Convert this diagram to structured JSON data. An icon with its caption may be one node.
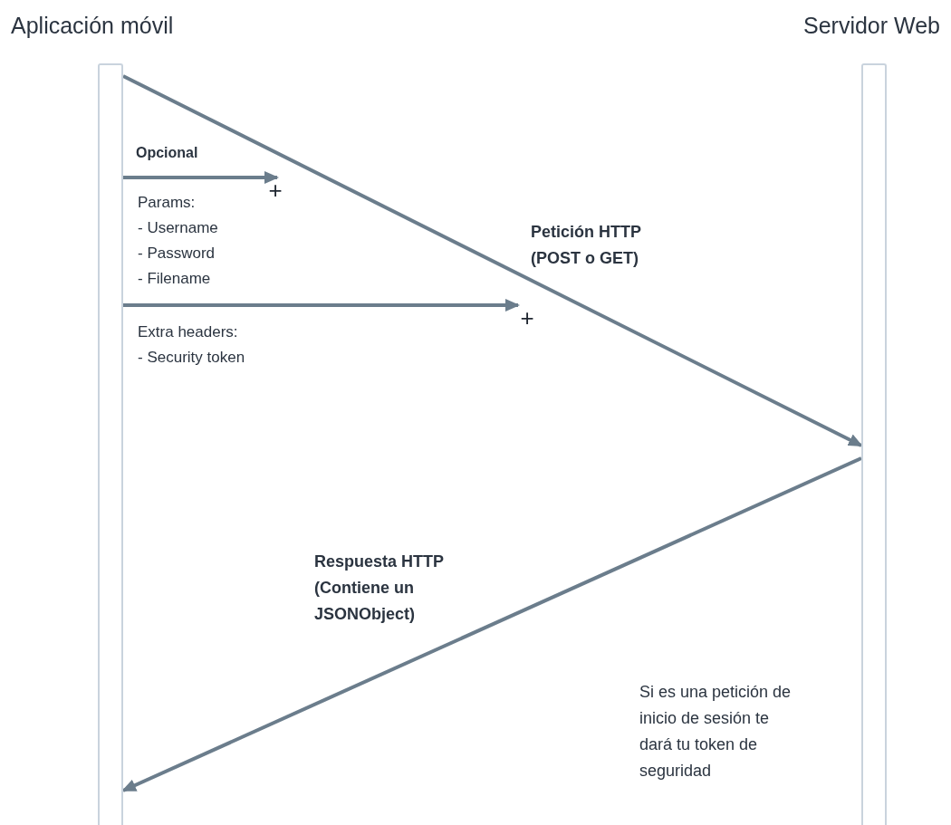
{
  "diagram": {
    "nodes": [
      {
        "text": [
          "Aplicación móvil"
        ]
      },
      {
        "text": [
          "Servidor Web"
        ]
      },
      {
        "text": [
          "+"
        ]
      },
      {
        "text": [
          "+"
        ]
      }
    ],
    "edges": [
      {
        "from": 0,
        "to": 1,
        "arrow": "to",
        "label": "Petición HTTP (POST o GET)"
      },
      {
        "from": 1,
        "to": 0,
        "arrow": "to",
        "label": "Respuesta HTTP (Contiene un JSONObject)"
      },
      {
        "from": 0,
        "to": 2,
        "arrow": "to"
      },
      {
        "from": 0,
        "to": 3,
        "arrow": "to"
      }
    ],
    "labels": [
      "Opcional",
      "Params:",
      "- Username",
      "- Password",
      "- Filename",
      "Extra headers:",
      "- Security token",
      "Si es una petición de inicio de sesión te dará tu token de seguridad"
    ]
  }
}
